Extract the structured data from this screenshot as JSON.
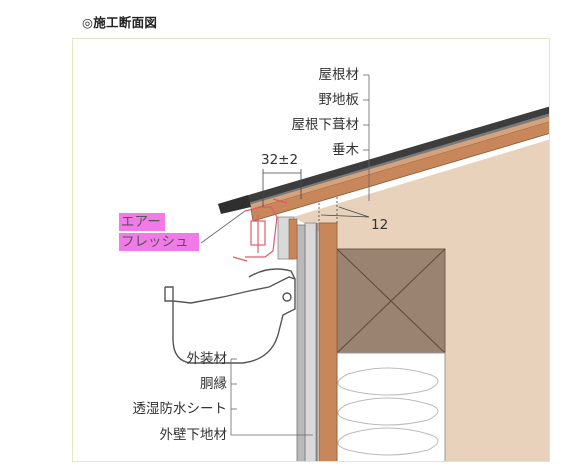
{
  "heading": "◎施工断面図",
  "labels": {
    "roof_material": "屋根材",
    "sheathing": "野地板",
    "underlayment": "屋根下葺材",
    "rafter": "垂木",
    "dimension_top": "32±2",
    "dimension_side": "12",
    "product_line1": "エアー",
    "product_line2": "フレッシュ",
    "exterior_cladding": "外装材",
    "furring": "胴縁",
    "moisture_sheet": "透湿防水シート",
    "wall_substrate": "外壁下地材"
  },
  "colors": {
    "roof": "#4a4a4a",
    "wood": "#c8875a",
    "wood_light": "#e9d2bb",
    "wall": "#b9b9b9",
    "beam": "#9a8370",
    "insulation": "#ffffff",
    "highlight": "#f06ae6",
    "vent": "#e05a6a",
    "frame": "#e3e6c2"
  }
}
